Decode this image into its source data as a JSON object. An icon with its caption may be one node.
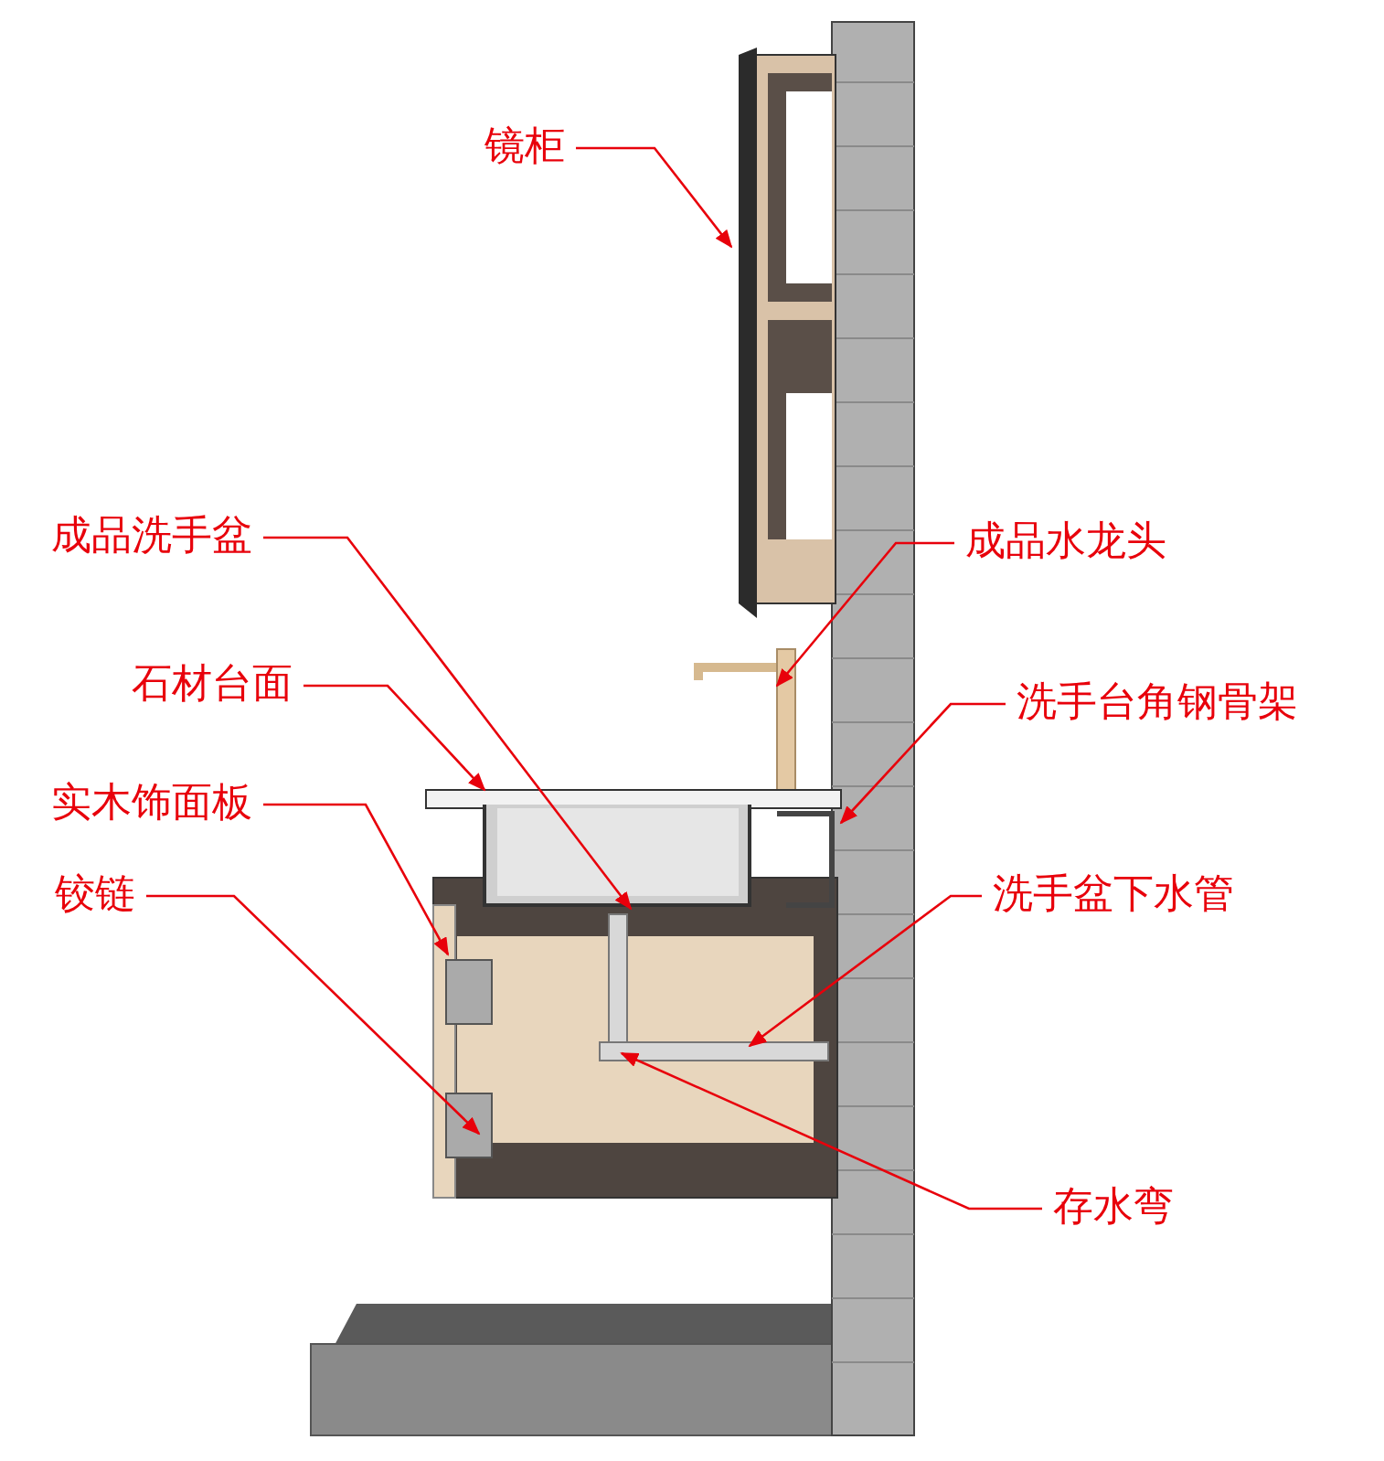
{
  "diagram": {
    "nodes": [
      {
        "text": [
          "镜柜"
        ]
      },
      {
        "text": [
          "成品洗手盆"
        ]
      },
      {
        "text": [
          "成品水龙头"
        ]
      },
      {
        "text": [
          "石材台面"
        ]
      },
      {
        "text": [
          "洗手台角钢骨架"
        ]
      },
      {
        "text": [
          "实木饰面板"
        ]
      },
      {
        "text": [
          "铰链"
        ]
      },
      {
        "text": [
          "洗手盆下水管"
        ]
      },
      {
        "text": [
          "存水弯"
        ]
      }
    ],
    "edges": [
      {
        "from": 0,
        "to": null,
        "arrow": "to"
      },
      {
        "from": 1,
        "to": null,
        "arrow": "to"
      },
      {
        "from": 2,
        "to": null,
        "arrow": "to"
      },
      {
        "from": 3,
        "to": null,
        "arrow": "to"
      },
      {
        "from": 4,
        "to": null,
        "arrow": "to"
      },
      {
        "from": 5,
        "to": null,
        "arrow": "to"
      },
      {
        "from": 6,
        "to": null,
        "arrow": "to"
      },
      {
        "from": 7,
        "to": null,
        "arrow": "to"
      },
      {
        "from": 8,
        "to": null,
        "arrow": "to"
      }
    ]
  }
}
